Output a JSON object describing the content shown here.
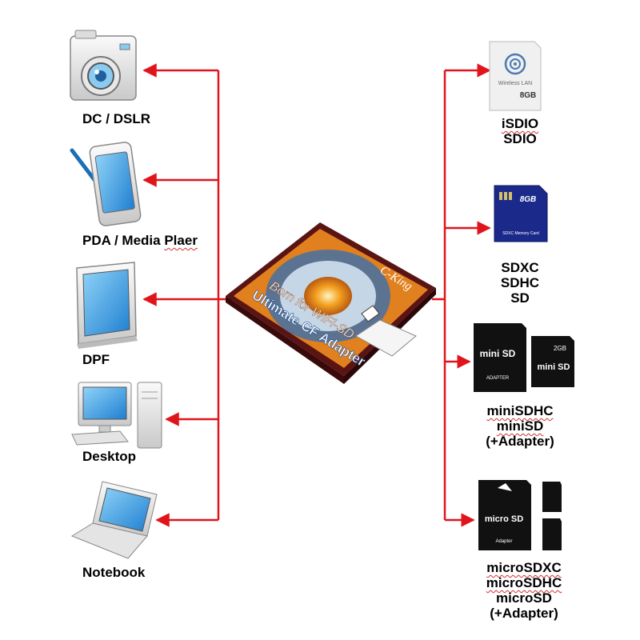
{
  "left_devices": [
    {
      "id": "dc",
      "label": "DC / DSLR",
      "icon": "camera-icon"
    },
    {
      "id": "pda",
      "label_main": "PDA / Media ",
      "label_flag": "Plaer",
      "icon": "pda-icon"
    },
    {
      "id": "dpf",
      "label": "DPF",
      "icon": "photo-frame-icon"
    },
    {
      "id": "desktop",
      "label": "Desktop",
      "icon": "desktop-computer-icon"
    },
    {
      "id": "notebook",
      "label": "Notebook",
      "icon": "laptop-icon"
    }
  ],
  "right_cards": [
    {
      "id": "isdio",
      "lines": [
        "iSDIO",
        "SDIO"
      ],
      "icon": "wireless-sd-card-icon",
      "card_text": {
        "top": "Wireless LAN",
        "size": "8GB"
      }
    },
    {
      "id": "sd",
      "lines": [
        "SDXC",
        "SDHC",
        "SD"
      ],
      "icon": "sd-card-icon",
      "card_text": {
        "size": "8GB",
        "bottom": "SDXC Memory Card"
      }
    },
    {
      "id": "mini",
      "lines": [
        "miniSDHC",
        "miniSD",
        "(+Adapter)"
      ],
      "icon": "minisd-card-icon",
      "card_text": {
        "adapter": "ADAPTER",
        "size": "2GB",
        "logo": "mini SD"
      }
    },
    {
      "id": "micro",
      "lines": [
        "microSDXC",
        "microSDHC",
        "microSD",
        "(+Adapter)"
      ],
      "icon": "microsd-card-icon",
      "card_text": {
        "adapter": "Adapter",
        "logo": "micro SD"
      }
    }
  ],
  "center_card": {
    "line1": "Born for WiFi-SD",
    "line2": "Ultimate CF Adapter",
    "brand": "C-King"
  },
  "colors": {
    "arrow": "#e0151b",
    "card_orange": "#e0801e",
    "card_dark": "#5a1414"
  }
}
